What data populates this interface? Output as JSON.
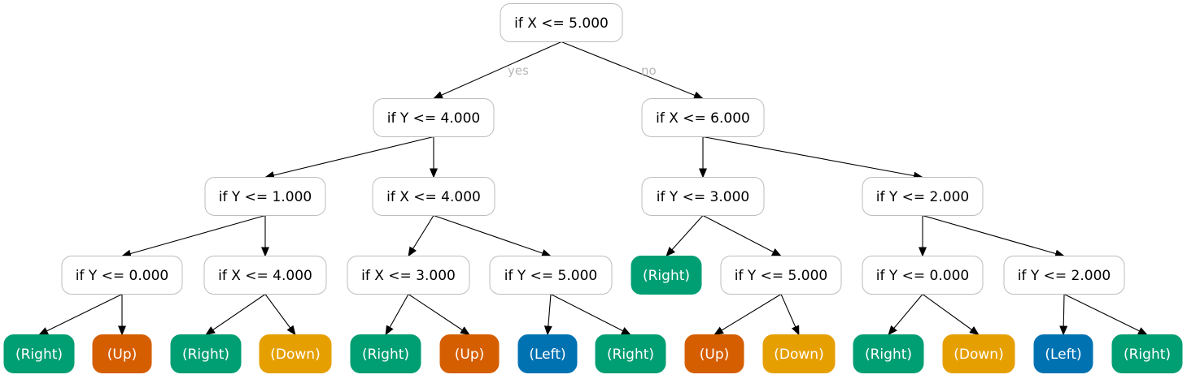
{
  "colors": {
    "Right": "#009e73",
    "Up": "#d55e00",
    "Down": "#e69f00",
    "Left": "#0072b2",
    "split_fill": "#ffffff",
    "split_border": "#bdbdbd"
  },
  "edge_labels": {
    "yes": "yes",
    "no": "no"
  },
  "nodes": [
    {
      "id": "n0",
      "label": "if X <= 5.000"
    },
    {
      "id": "n1",
      "label": "if Y <= 4.000"
    },
    {
      "id": "n2",
      "label": "if X <= 6.000"
    },
    {
      "id": "n3",
      "label": "if Y <= 1.000"
    },
    {
      "id": "n4",
      "label": "if X <= 4.000"
    },
    {
      "id": "n5",
      "label": "if Y <= 3.000"
    },
    {
      "id": "n6",
      "label": "if Y <= 2.000"
    },
    {
      "id": "n7",
      "label": "if Y <= 0.000"
    },
    {
      "id": "n8",
      "label": "if X <= 4.000"
    },
    {
      "id": "n9",
      "label": "if X <= 3.000"
    },
    {
      "id": "n10",
      "label": "if Y <= 5.000"
    },
    {
      "id": "n11",
      "label": "(Right)",
      "leaf": "Right"
    },
    {
      "id": "n12",
      "label": "if Y <= 5.000"
    },
    {
      "id": "n13",
      "label": "if Y <= 0.000"
    },
    {
      "id": "n14",
      "label": "if Y <= 2.000"
    },
    {
      "id": "l1",
      "label": "(Right)",
      "leaf": "Right"
    },
    {
      "id": "l2",
      "label": "(Up)",
      "leaf": "Up"
    },
    {
      "id": "l3",
      "label": "(Right)",
      "leaf": "Right"
    },
    {
      "id": "l4",
      "label": "(Down)",
      "leaf": "Down"
    },
    {
      "id": "l5",
      "label": "(Right)",
      "leaf": "Right"
    },
    {
      "id": "l6",
      "label": "(Up)",
      "leaf": "Up"
    },
    {
      "id": "l7",
      "label": "(Left)",
      "leaf": "Left"
    },
    {
      "id": "l8",
      "label": "(Right)",
      "leaf": "Right"
    },
    {
      "id": "l9",
      "label": "(Up)",
      "leaf": "Up"
    },
    {
      "id": "l10",
      "label": "(Down)",
      "leaf": "Down"
    },
    {
      "id": "l11",
      "label": "(Right)",
      "leaf": "Right"
    },
    {
      "id": "l12",
      "label": "(Down)",
      "leaf": "Down"
    },
    {
      "id": "l13",
      "label": "(Left)",
      "leaf": "Left"
    },
    {
      "id": "l14",
      "label": "(Right)",
      "leaf": "Right"
    }
  ],
  "edges": [
    {
      "from": "n0",
      "to": "n1",
      "label": "yes"
    },
    {
      "from": "n0",
      "to": "n2",
      "label": "no"
    },
    {
      "from": "n1",
      "to": "n3"
    },
    {
      "from": "n1",
      "to": "n4"
    },
    {
      "from": "n2",
      "to": "n5"
    },
    {
      "from": "n2",
      "to": "n6"
    },
    {
      "from": "n3",
      "to": "n7"
    },
    {
      "from": "n3",
      "to": "n8"
    },
    {
      "from": "n4",
      "to": "n9"
    },
    {
      "from": "n4",
      "to": "n10"
    },
    {
      "from": "n5",
      "to": "n11"
    },
    {
      "from": "n5",
      "to": "n12"
    },
    {
      "from": "n6",
      "to": "n13"
    },
    {
      "from": "n6",
      "to": "n14"
    },
    {
      "from": "n7",
      "to": "l1"
    },
    {
      "from": "n7",
      "to": "l2"
    },
    {
      "from": "n8",
      "to": "l3"
    },
    {
      "from": "n8",
      "to": "l4"
    },
    {
      "from": "n9",
      "to": "l5"
    },
    {
      "from": "n9",
      "to": "l6"
    },
    {
      "from": "n10",
      "to": "l7"
    },
    {
      "from": "n10",
      "to": "l8"
    },
    {
      "from": "n12",
      "to": "l9"
    },
    {
      "from": "n12",
      "to": "l10"
    },
    {
      "from": "n13",
      "to": "l11"
    },
    {
      "from": "n13",
      "to": "l12"
    },
    {
      "from": "n14",
      "to": "l13"
    },
    {
      "from": "n14",
      "to": "l14"
    }
  ]
}
